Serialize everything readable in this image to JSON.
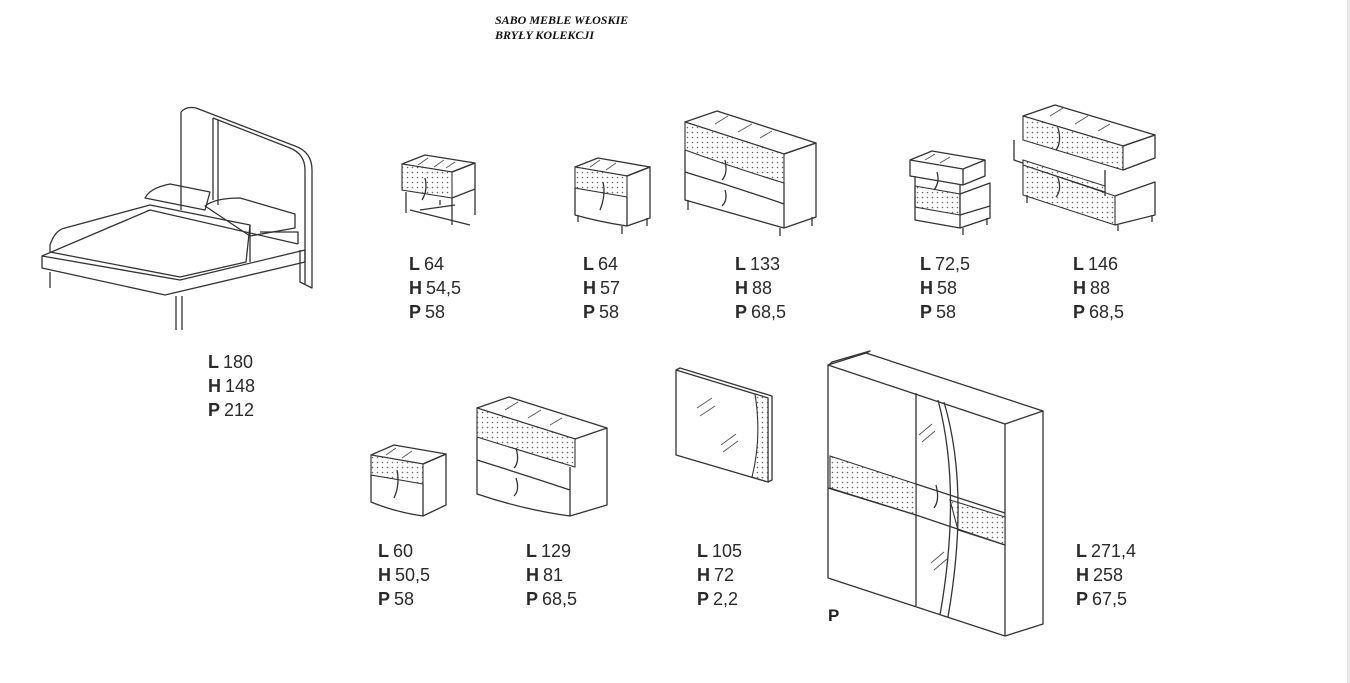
{
  "header": {
    "line1": "SABO MEBLE WŁOSKIE",
    "line2": "BRYŁY  KOLEKCJI"
  },
  "items": [
    {
      "id": "bed",
      "L": "180",
      "H": "148",
      "P": "212"
    },
    {
      "id": "nightstand-legs",
      "L": "64",
      "H": "54,5",
      "P": "58"
    },
    {
      "id": "nightstand-feet",
      "L": "64",
      "H": "57",
      "P": "58"
    },
    {
      "id": "dresser-2-drawers",
      "L": "133",
      "H": "88",
      "P": "68,5"
    },
    {
      "id": "nightstand-3-drawers",
      "L": "72,5",
      "H": "58",
      "P": "58"
    },
    {
      "id": "dresser-3-drawers",
      "L": "146",
      "H": "88",
      "P": "68,5"
    },
    {
      "id": "nightstand-plinth",
      "L": "60",
      "H": "50,5",
      "P": "58"
    },
    {
      "id": "dresser-plinth",
      "L": "129",
      "H": "81",
      "P": "68,5"
    },
    {
      "id": "mirror",
      "L": "105",
      "H": "72",
      "P": "2,2"
    },
    {
      "id": "wardrobe",
      "L": "271,4",
      "H": "258",
      "P": "67,5"
    }
  ],
  "labels": {
    "L": "L",
    "H": "H",
    "P": "P"
  },
  "wardrobe_note": "P"
}
